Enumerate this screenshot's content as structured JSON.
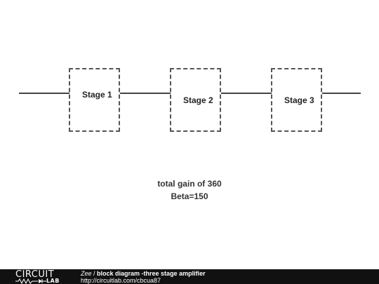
{
  "diagram": {
    "stages": [
      {
        "label": "Stage 1"
      },
      {
        "label": "Stage 2"
      },
      {
        "label": "Stage 3"
      }
    ],
    "notes": {
      "gain": "total gain of 360",
      "beta": "Beta=150"
    }
  },
  "footer": {
    "logo_top": "CIRCUIT",
    "logo_bottom": "LAB",
    "author": "Zee",
    "separator": " / ",
    "title": "block diagram -three stage amplifier",
    "url": "http://circuitlab.com/cbcua87"
  }
}
